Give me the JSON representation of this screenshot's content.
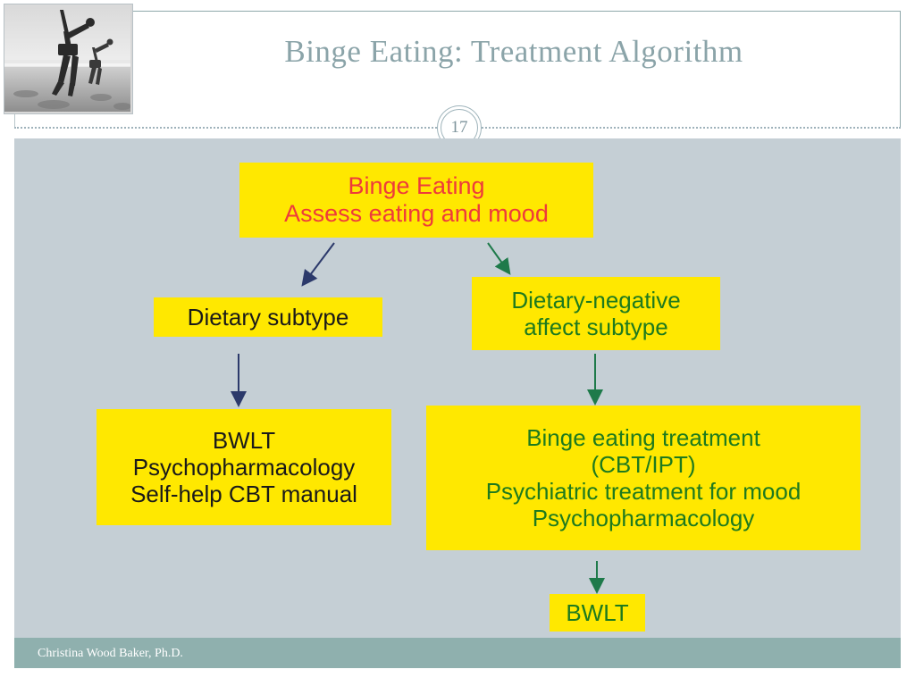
{
  "slide": {
    "title": "Binge Eating: Treatment Algorithm",
    "page_number": "17",
    "footer": "Christina Wood Baker, Ph.D.",
    "photo_alt": "beach-cartwheel-photo"
  },
  "colors": {
    "background": "#c5cfd5",
    "box_fill": "#ffe800",
    "title": "#8ba4a9",
    "footer_bar": "#8fb0ae",
    "red_text": "#ee3b3b",
    "green_text": "#1e7a1e",
    "black_text": "#1a1a1a",
    "navy_arrow": "#2c3a6b",
    "green_arrow": "#1e7a4a"
  },
  "flow": {
    "nodes": [
      {
        "id": "root",
        "label": "Binge Eating\nAssess eating and mood"
      },
      {
        "id": "dietary",
        "label": "Dietary subtype"
      },
      {
        "id": "dna",
        "label": "Dietary-negative\naffect subtype"
      },
      {
        "id": "bwlt1",
        "label": "BWLT\nPsychopharmacology\nSelf-help CBT manual"
      },
      {
        "id": "treat",
        "label": "Binge eating treatment\n(CBT/IPT)\nPsychiatric treatment for mood\nPsychopharmacology"
      },
      {
        "id": "bwlt2",
        "label": "BWLT"
      }
    ],
    "edges": [
      {
        "from": "root",
        "to": "dietary",
        "color": "#2c3a6b",
        "direction": "down-left"
      },
      {
        "from": "root",
        "to": "dna",
        "color": "#1e7a4a",
        "direction": "down-right"
      },
      {
        "from": "dietary",
        "to": "bwlt1",
        "color": "#2c3a6b",
        "direction": "down"
      },
      {
        "from": "dna",
        "to": "treat",
        "color": "#1e7a4a",
        "direction": "down"
      },
      {
        "from": "treat",
        "to": "bwlt2",
        "color": "#1e7a4a",
        "direction": "down"
      }
    ]
  }
}
